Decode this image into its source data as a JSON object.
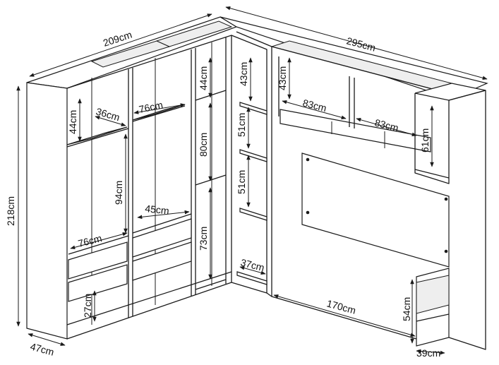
{
  "diagram": {
    "labels": {
      "width_left": "209cm",
      "width_right": "295cm",
      "height_total": "218cm",
      "depth_left": "47cm",
      "depth_right": "39cm",
      "bed_width": "170cm",
      "nightstand_h": "54cm",
      "m1_top": "44cm",
      "m1_shelf": "36cm",
      "m1_hang": "94cm",
      "m1_drawer_w": "76cm",
      "m1_bottom": "27cm",
      "m2_rail": "76cm",
      "m2_drawer_w": "45cm",
      "m3_top": "44cm",
      "m3_mid": "80cm",
      "m3_low": "73cm",
      "m4_top": "43cm",
      "m4_s1": "51cm",
      "m4_s2": "51cm",
      "m4_base": "37cm",
      "bridge_h": "43cm",
      "bridge_w1": "83cm",
      "bridge_w2": "83cm",
      "side_h": "61cm"
    }
  }
}
